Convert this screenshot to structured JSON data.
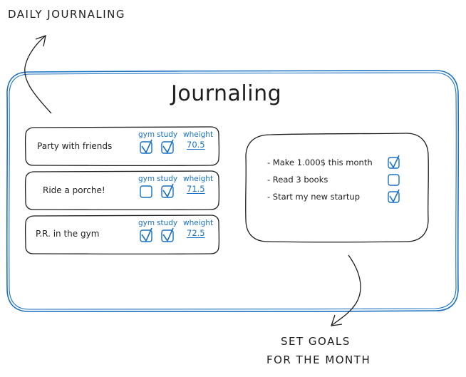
{
  "annotations": {
    "daily": "DAILY JOURNALING",
    "goals_line1": "SET GOALS",
    "goals_line2": "FOR THE MONTH"
  },
  "title": "Journaling",
  "column_labels": {
    "gym": "gym",
    "study": "study",
    "weight": "wheight"
  },
  "entries": [
    {
      "text": "Party with friends",
      "gym": true,
      "study": true,
      "weight": "70.5"
    },
    {
      "text": "Ride a porche!",
      "gym": false,
      "study": true,
      "weight": "71.5"
    },
    {
      "text": "P.R. in the gym",
      "gym": true,
      "study": true,
      "weight": "72.5"
    }
  ],
  "goals": [
    {
      "text": "- Make 1.000$ this month",
      "done": true
    },
    {
      "text": "- Read 3 books",
      "done": false
    },
    {
      "text": "- Start my new startup",
      "done": true
    }
  ],
  "colors": {
    "stroke": "#1e1e1e",
    "accent": "#1971c2"
  }
}
